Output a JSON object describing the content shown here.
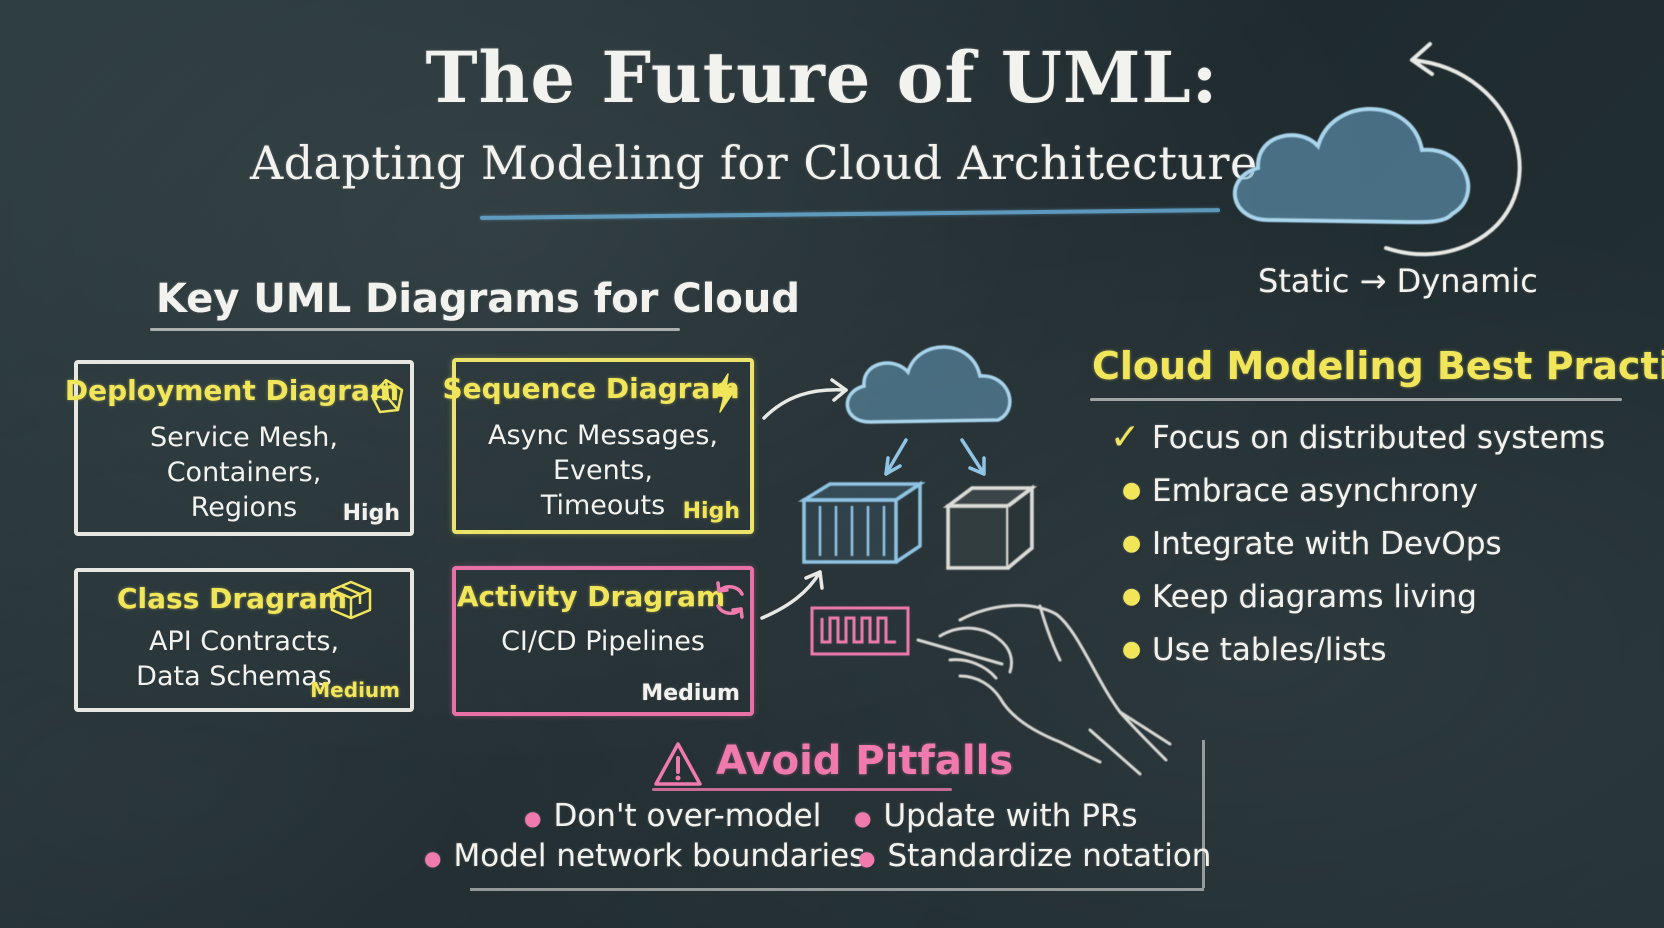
{
  "title": {
    "main": "The Future of UML:",
    "subtitle": "Adapting Modeling for Cloud Architecture"
  },
  "cloud_cycle": {
    "from": "Static",
    "arrow": "→",
    "to": "Dynamic"
  },
  "key_diagrams": {
    "heading": "Key UML Diagrams for Cloud",
    "cards": [
      {
        "title": "Deployment Diagram",
        "lines": [
          "Service Mesh,",
          "Containers,",
          "Regions"
        ],
        "level": "High",
        "color": "#e7e7e2",
        "icon": "cube-outline-icon"
      },
      {
        "title": "Sequence Diagram",
        "lines": [
          "Async Messages,",
          "Events,",
          "Timeouts"
        ],
        "level": "High",
        "color": "#ece36a",
        "icon": "lightning-bolt-icon"
      },
      {
        "title": "Class Dragram",
        "lines": [
          "API Contracts,",
          "Data Schemas"
        ],
        "level": "Medium",
        "color": "#e7e7e2",
        "icon": "box-3d-icon"
      },
      {
        "title": "Activity Dragram",
        "lines": [
          "CI/CD Pipelines"
        ],
        "level": "Medium",
        "color": "#e870a6",
        "icon": "refresh-cycle-icon"
      }
    ]
  },
  "best_practices": {
    "heading": "Cloud Modeling Best Practices",
    "items": [
      {
        "text": "Focus on distributed systems",
        "marker": "check-icon"
      },
      {
        "text": "Embrace asynchrony",
        "marker": "bullet"
      },
      {
        "text": "Integrate with DevOps",
        "marker": "bullet"
      },
      {
        "text": "Keep diagrams living",
        "marker": "bullet"
      },
      {
        "text": "Use tables/lists",
        "marker": "bullet"
      }
    ]
  },
  "pitfalls": {
    "heading": "Avoid Pitfalls",
    "icon": "warning-triangle-icon",
    "items": [
      "Don't over-model",
      "Update with PRs",
      "Model network boundaries",
      "Standardize notation"
    ]
  },
  "colors": {
    "chalk_white": "#f2f2ee",
    "chalk_yellow": "#f1e55a",
    "chalk_pink": "#f07aae",
    "chalk_blue": "#6bb3dd",
    "board": "#1f2b2f"
  }
}
